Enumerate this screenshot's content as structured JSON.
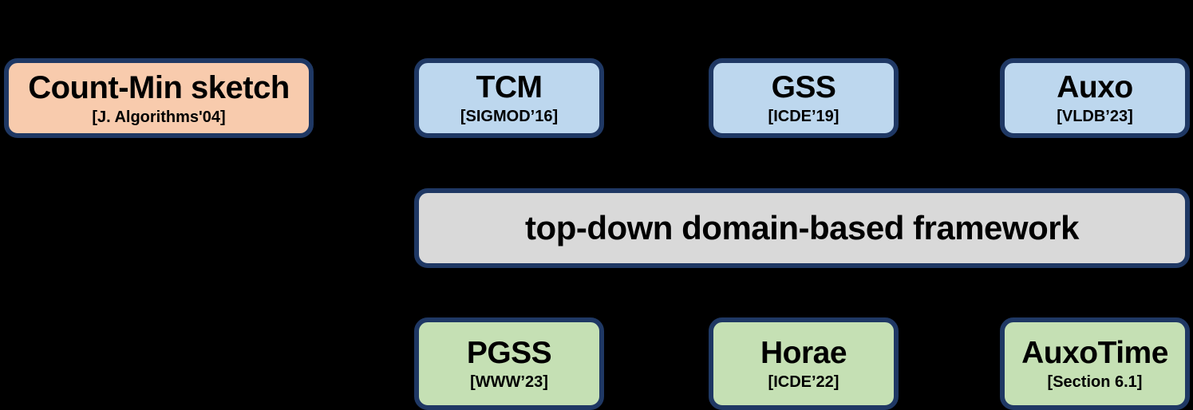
{
  "diagram": {
    "background_color": "#000000",
    "border_color": "#1F3864",
    "nodes": {
      "seed": {
        "title": "Count-Min sketch",
        "venue": "[J. Algorithms'04]",
        "fill": "#F8CBAD"
      },
      "top_row": [
        {
          "title": "TCM",
          "venue": "[SIGMOD’16]",
          "fill": "#BDD7EE"
        },
        {
          "title": "GSS",
          "venue": "[ICDE’19]",
          "fill": "#BDD7EE"
        },
        {
          "title": "Auxo",
          "venue": "[VLDB’23]",
          "fill": "#BDD7EE"
        }
      ],
      "framework": {
        "title": "top-down domain-based framework",
        "fill": "#D9D9D9"
      },
      "bottom_row": [
        {
          "title": "PGSS",
          "venue": "[WWW’23]",
          "fill": "#C5E0B4"
        },
        {
          "title": "Horae",
          "venue": "[ICDE’22]",
          "fill": "#C5E0B4"
        },
        {
          "title": "AuxoTime",
          "venue": "[Section 6.1]",
          "fill": "#C5E0B4"
        }
      ]
    }
  }
}
